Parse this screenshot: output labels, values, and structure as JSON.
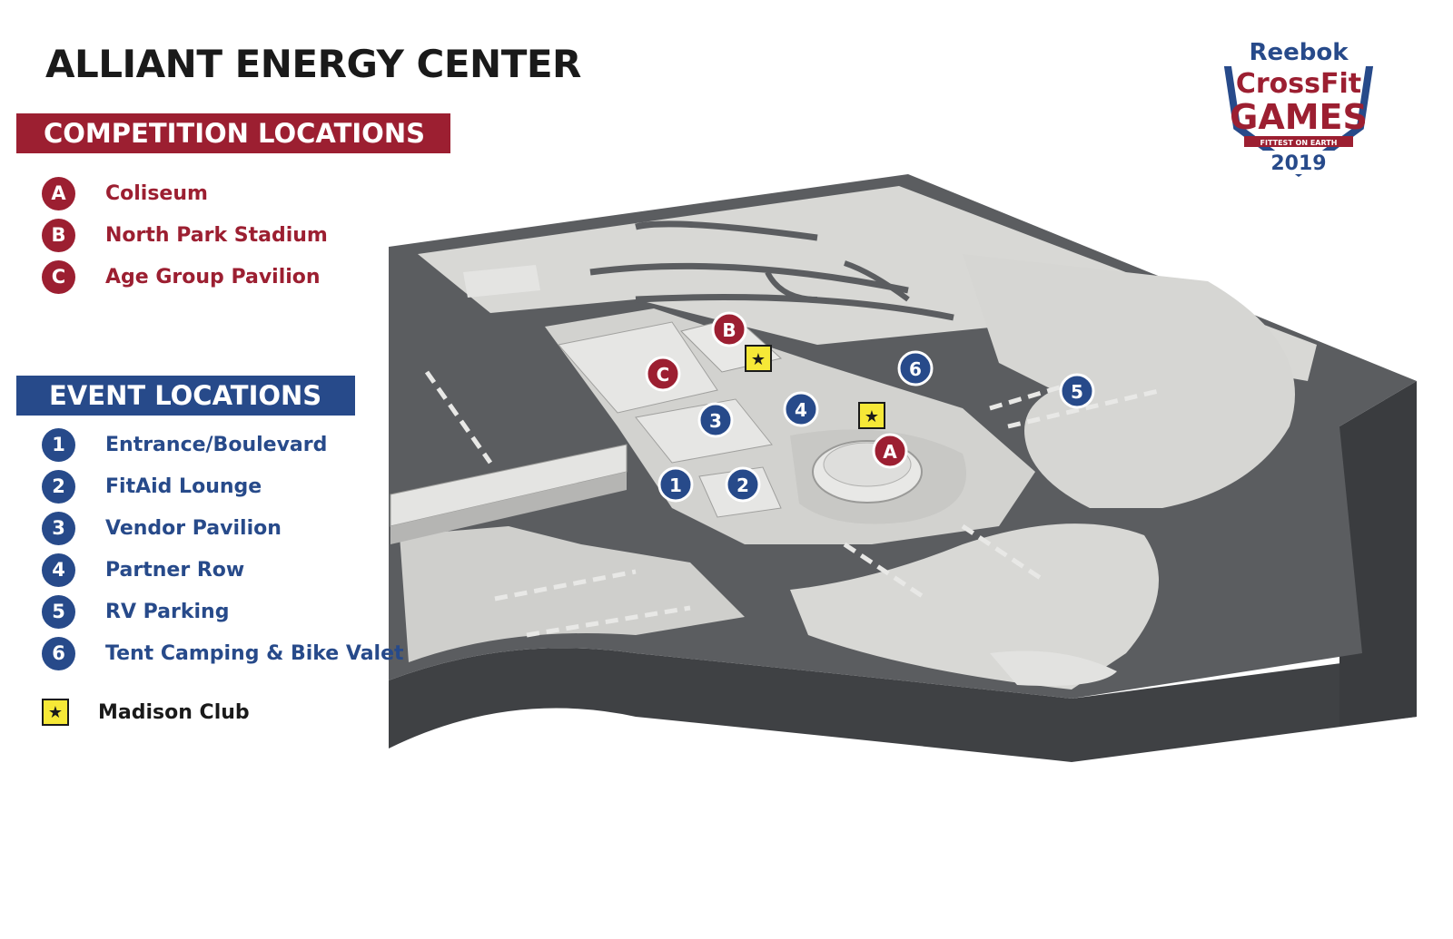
{
  "title": "ALLIANT ENERGY CENTER",
  "competition": {
    "header": "COMPETITION LOCATIONS",
    "items": [
      {
        "code": "A",
        "label": "Coliseum"
      },
      {
        "code": "B",
        "label": "North Park Stadium"
      },
      {
        "code": "C",
        "label": "Age Group Pavilion"
      }
    ]
  },
  "event": {
    "header": "EVENT LOCATIONS",
    "items": [
      {
        "code": "1",
        "label": "Entrance/Boulevard"
      },
      {
        "code": "2",
        "label": "FitAid Lounge"
      },
      {
        "code": "3",
        "label": "Vendor Pavilion"
      },
      {
        "code": "4",
        "label": "Partner Row"
      },
      {
        "code": "5",
        "label": "RV Parking"
      },
      {
        "code": "6",
        "label": "Tent Camping & Bike Valet"
      }
    ]
  },
  "club": {
    "icon": "star-icon",
    "symbol": "★",
    "label": "Madison Club"
  },
  "logo": {
    "brand": "Reebok",
    "line1": "CrossFit",
    "line2": "GAMES",
    "tagline": "FITTEST ON EARTH",
    "year": "2019"
  },
  "colors": {
    "red": "#9c1f31",
    "blue": "#274a8a",
    "yellow": "#f6e837",
    "map_dark": "#5b5d60",
    "map_light": "#d8d8d5"
  }
}
